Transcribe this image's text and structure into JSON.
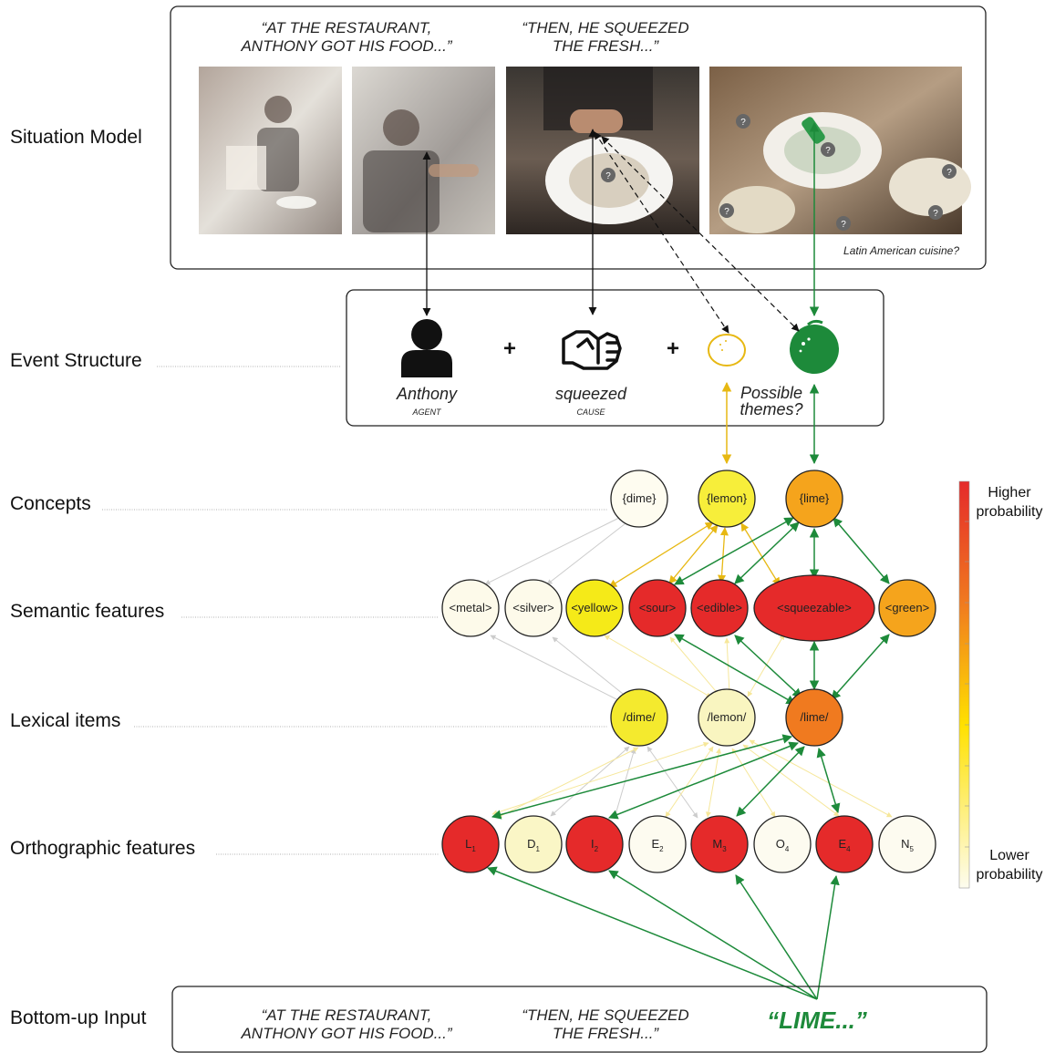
{
  "levels": {
    "situation": "Situation Model",
    "event": "Event Structure",
    "concepts": "Concepts",
    "semantic": "Semantic features",
    "lexical": "Lexical items",
    "orthographic": "Orthographic features",
    "bottom_up": "Bottom-up Input"
  },
  "situation": {
    "quote1": [
      "“AT THE RESTAURANT,",
      "ANTHONY GOT HIS FOOD...”"
    ],
    "quote2": [
      "“THEN, HE SQUEEZED",
      "THE FRESH...”"
    ],
    "caption": "Latin American cuisine?",
    "unknown_marker": "?"
  },
  "event": {
    "agent_name": "Anthony",
    "agent_role": "AGENT",
    "verb": "squeezed",
    "verb_role": "CAUSE",
    "plus": "+",
    "themes": [
      "Possible",
      "themes?"
    ],
    "agent_icon": "person-icon",
    "verb_icon": "fist-squeeze-icon",
    "lemon_icon": "lemon-icon",
    "lime_icon": "lime-icon"
  },
  "concepts": [
    {
      "label": "{dime}",
      "color": "#fefcf0"
    },
    {
      "label": "{lemon}",
      "color": "#f7ee3a"
    },
    {
      "label": "{lime}",
      "color": "#f5a41c"
    }
  ],
  "semantic": [
    {
      "label": "<metal>",
      "color": "#fdfaea"
    },
    {
      "label": "<silver>",
      "color": "#fdfaea"
    },
    {
      "label": "<yellow>",
      "color": "#f5ea18"
    },
    {
      "label": "<sour>",
      "color": "#e52a2a"
    },
    {
      "label": "<edible>",
      "color": "#e52a2a"
    },
    {
      "label": "<squeezable>",
      "color": "#e52a2a"
    },
    {
      "label": "<green>",
      "color": "#f5a41c"
    }
  ],
  "lexical": [
    {
      "label": "/dime/",
      "color": "#f4ea2e"
    },
    {
      "label": "/lemon/",
      "color": "#f9f5c0"
    },
    {
      "label": "/lime/",
      "color": "#f07a1f"
    }
  ],
  "orthographic": [
    {
      "letter": "L",
      "sub": "1",
      "color": "#e52a2a"
    },
    {
      "letter": "D",
      "sub": "1",
      "color": "#faf6c6"
    },
    {
      "letter": "I",
      "sub": "2",
      "color": "#e52a2a"
    },
    {
      "letter": "E",
      "sub": "2",
      "color": "#fdfbf0"
    },
    {
      "letter": "M",
      "sub": "3",
      "color": "#e52a2a"
    },
    {
      "letter": "O",
      "sub": "4",
      "color": "#fdfbf0"
    },
    {
      "letter": "E",
      "sub": "4",
      "color": "#e52a2a"
    },
    {
      "letter": "N",
      "sub": "5",
      "color": "#fdfbf0"
    }
  ],
  "legend": {
    "high": [
      "Higher",
      "probability"
    ],
    "low": [
      "Lower",
      "probability"
    ],
    "colors": [
      "#e52a2a",
      "#f07a1f",
      "#ffe100",
      "#fdfcef"
    ]
  },
  "bottom_up": {
    "quote1": [
      "“AT THE RESTAURANT,",
      "ANTHONY GOT HIS FOOD...”"
    ],
    "quote2": [
      "“THEN, HE SQUEEZED",
      "THE FRESH...”"
    ],
    "current": "“LIME...”"
  },
  "colors": {
    "green": "#1d8a3a",
    "yellow": "#e7b812",
    "gray": "#cccccc",
    "pale_yellow": "#f6e79a"
  }
}
